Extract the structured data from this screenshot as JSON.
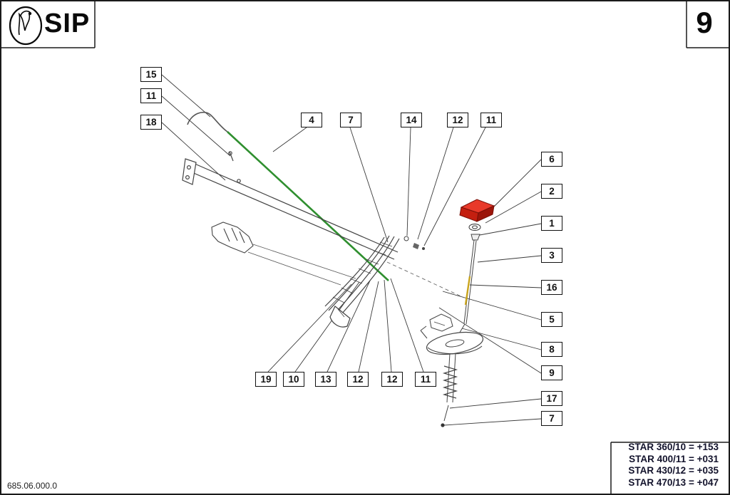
{
  "header": {
    "brand": "SIP",
    "page_number": "9"
  },
  "footer": {
    "doc_code": "685.06.000.0"
  },
  "callouts": [
    "15",
    "11",
    "18",
    "4",
    "7",
    "14",
    "12",
    "11",
    "6",
    "2",
    "1",
    "3",
    "16",
    "5",
    "8",
    "9",
    "19",
    "10",
    "13",
    "12",
    "12",
    "11",
    "17",
    "7"
  ],
  "variants": [
    "STAR 360/10 = +153",
    "STAR 400/11 = +031",
    "STAR 430/12 = +035",
    "STAR 470/13 = +047"
  ],
  "colors": {
    "highlight_red": "#d92313",
    "rod_green": "#2f8f2f",
    "rod_yellow": "#c9a41c",
    "line_black": "#111111"
  }
}
